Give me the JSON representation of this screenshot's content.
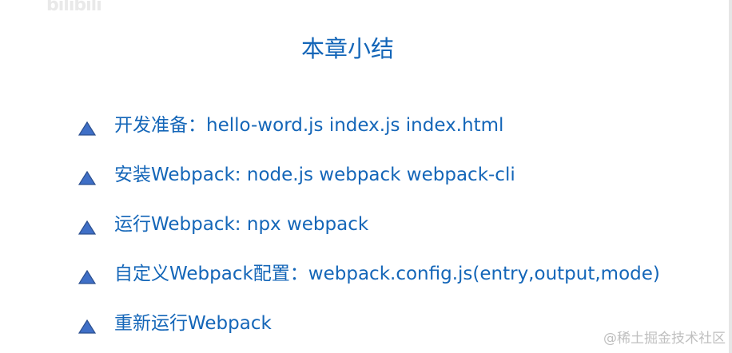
{
  "watermark": {
    "logo_text": "bilibili"
  },
  "slide": {
    "title": "本章小结",
    "items": [
      {
        "text": "开发准备：hello-word.js  index.js index.html",
        "bullet_icon": "triangle-bullet-icon"
      },
      {
        "text": "安装Webpack: node.js webpack webpack-cli",
        "bullet_icon": "triangle-bullet-icon"
      },
      {
        "text": "运行Webpack: npx webpack",
        "bullet_icon": "triangle-bullet-icon"
      },
      {
        "text": "自定义Webpack配置：webpack.config.js(entry,output,mode)",
        "bullet_icon": "triangle-bullet-icon"
      },
      {
        "text": "重新运行Webpack",
        "bullet_icon": "triangle-bullet-icon"
      }
    ]
  },
  "credit": "@稀土掘金技术社区",
  "colors": {
    "text": "#1466b8",
    "bullet_fill": "#3f6fc6",
    "bullet_stroke": "#2b4f8f",
    "credit": "#bfbfbf"
  }
}
